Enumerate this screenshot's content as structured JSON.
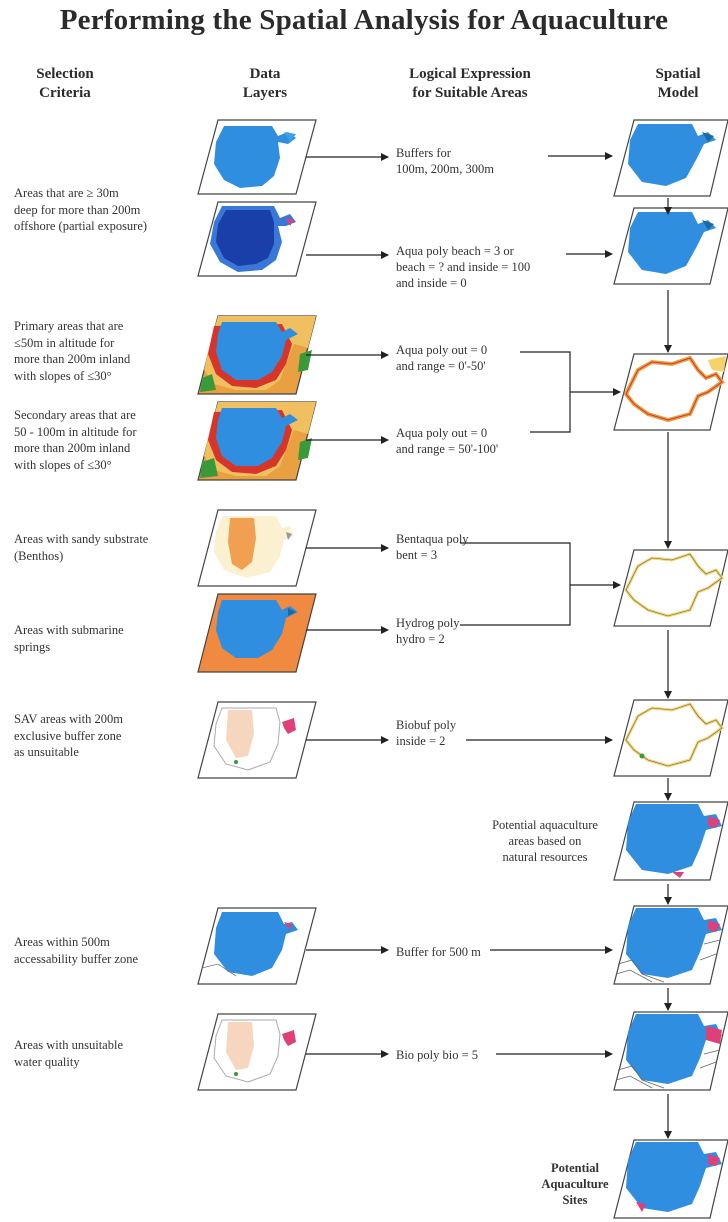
{
  "title": "Performing the Spatial Analysis for Aquaculture",
  "headers": {
    "selection": [
      "Selection",
      "Criteria"
    ],
    "data": [
      "Data",
      "Layers"
    ],
    "logical": [
      "Logical Expression",
      "for Suitable Areas"
    ],
    "model": [
      "Spatial",
      "Model"
    ]
  },
  "criteria": [
    [
      "Areas that are ≥ 30m",
      "deep for more than 200m",
      "offshore (partial exposure)"
    ],
    [
      "Primary areas that are",
      "≤50m in altitude for",
      "more than 200m inland",
      "with slopes of ≤30°"
    ],
    [
      "Secondary areas that are",
      "50 - 100m in altitude for",
      "more than 200m inland",
      "with slopes of ≤30°"
    ],
    [
      "Areas with sandy substrate",
      "(Benthos)"
    ],
    [
      "Areas with submarine",
      "springs"
    ],
    [
      "SAV areas with 200m",
      "exclusive buffer zone",
      "as unsuitable"
    ],
    [
      "Areas within 500m",
      "accessability buffer zone"
    ],
    [
      "Areas with unsuitable",
      "water quality"
    ]
  ],
  "expressions": [
    [
      "Buffers for",
      "100m, 200m, 300m"
    ],
    [
      "Aqua poly beach = 3 or",
      "beach = ? and inside = 100",
      "and inside = 0"
    ],
    [
      "Aqua poly out = 0",
      "and range = 0'-50'"
    ],
    [
      "Aqua poly out = 0",
      "and range = 50'-100'"
    ],
    [
      "Bentaqua poly",
      "bent = 3"
    ],
    [
      "Hydrog poly",
      "hydro = 2"
    ],
    [
      "Biobuf poly",
      "inside = 2"
    ],
    [
      "Buffer for 500 m"
    ],
    [
      "Bio poly bio = 5"
    ]
  ],
  "notes": {
    "potential_areas": [
      "Potential aquaculture",
      "areas based on",
      "natural resources"
    ],
    "potential_sites": [
      "Potential",
      "Aquaculture",
      "Sites"
    ]
  },
  "colors": {
    "water_blue": "#2f8ee0",
    "deep_blue": "#1b3fa8",
    "red": "#d8352a",
    "orange": "#f0a050",
    "yellow": "#f6d36a",
    "green": "#3a9a3a",
    "magenta": "#e0407a",
    "pale_peach": "#f7d6c0",
    "line": "#222222"
  }
}
